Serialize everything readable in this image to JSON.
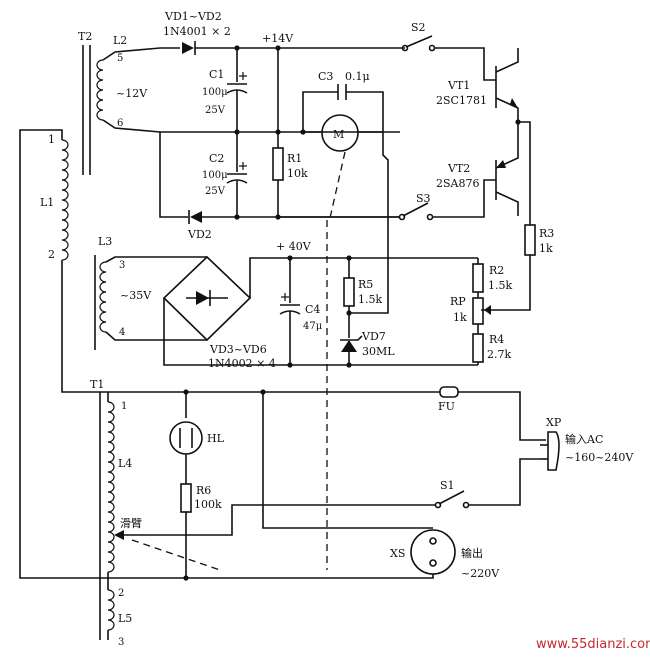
{
  "labels": {
    "T2": "T2",
    "L2": "L2",
    "pin5": "5",
    "pin6": "6",
    "v12": "~12V",
    "VD1_VD2": "VD1~VD2",
    "n4001": "1N4001 × 2",
    "plus14": "+14V",
    "S2": "S2",
    "VT1": "VT1",
    "sc1781": "2SC1781",
    "VT2": "VT2",
    "sa876": "2SA876",
    "C1": "C1",
    "c1val": "100μ",
    "c1v": "25V",
    "C2": "C2",
    "c2val": "100μ",
    "c2v": "25V",
    "C3": "C3",
    "c3val": "0.1μ",
    "M": "M",
    "R1": "R1",
    "r1val": "10k",
    "VD2": "VD2",
    "S3": "S3",
    "R3": "R3",
    "r3val": "1k",
    "L1": "L1",
    "pin1": "1",
    "pin2": "2",
    "L3": "L3",
    "pin3": "3",
    "pin4": "4",
    "v35": "~35V",
    "plus40": "+ 40V",
    "C4": "C4",
    "c4val": "47μ",
    "VD3_VD6": "VD3~VD6",
    "n4002": "1N4002 × 4",
    "R5": "R5",
    "r5val": "1.5k",
    "VD7": "VD7",
    "vd7val": "30ML",
    "R2": "R2",
    "r2val": "1.5k",
    "RP": "RP",
    "rpval": "1k",
    "R4": "R4",
    "r4val": "2.7k",
    "T1": "T1",
    "t1pin1": "1",
    "HL": "HL",
    "FU": "FU",
    "XP": "XP",
    "in_ac": "输入AC",
    "in_range": "~160~240V",
    "L4": "L4",
    "R6": "R6",
    "r6val": "100k",
    "S1": "S1",
    "slider": "滑臂",
    "XS": "XS",
    "out": "输出",
    "out_v": "~220V",
    "t1pin2": "2",
    "L5": "L5",
    "t1pin3": "3",
    "watermark": "www.55dianzi.com"
  }
}
